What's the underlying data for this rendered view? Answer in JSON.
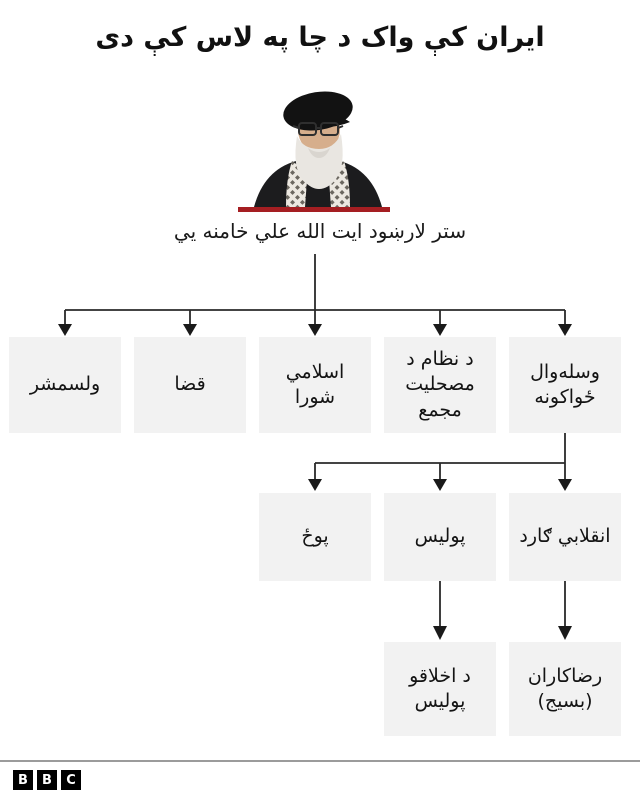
{
  "title": "ایران کې واک د چا په لاس کې دی",
  "leader": {
    "caption": "ستر لارښود ايت الله علي خامنه يي",
    "portrait": "khamenei-portrait"
  },
  "org": {
    "level1": [
      {
        "label": "وسله‌وال ځواکونه",
        "parent": "ستر لارښود"
      },
      {
        "label": "د نظام د مصحلیت مجمع",
        "parent": "ستر لارښود"
      },
      {
        "label": "اسلامي شورا",
        "parent": "ستر لارښود"
      },
      {
        "label": "قضا",
        "parent": "ستر لارښود"
      },
      {
        "label": "ولسمشر",
        "parent": "ستر لارښود"
      }
    ],
    "level2": [
      {
        "label": "انقلابي ګارد",
        "parent": "وسله‌وال ځواکونه"
      },
      {
        "label": "پولیس",
        "parent": "وسله‌وال ځواکونه"
      },
      {
        "label": "پوځ",
        "parent": "وسله‌وال ځواکونه"
      }
    ],
    "level3": [
      {
        "label": "رضاکاران (بسیج)",
        "parent": "انقلابي ګارد"
      },
      {
        "label": "د اخلاقو پولیس",
        "parent": "پولیس"
      }
    ]
  },
  "colors": {
    "box_bg": "#f2f2f2",
    "connector_line": "#2a2a2a",
    "accent_red": "#a51e22",
    "divider_gray": "#9b9b9b",
    "logo_bg": "#000000",
    "logo_text": "#ffffff"
  },
  "footer": {
    "logo_letters": [
      "B",
      "B",
      "C"
    ]
  }
}
